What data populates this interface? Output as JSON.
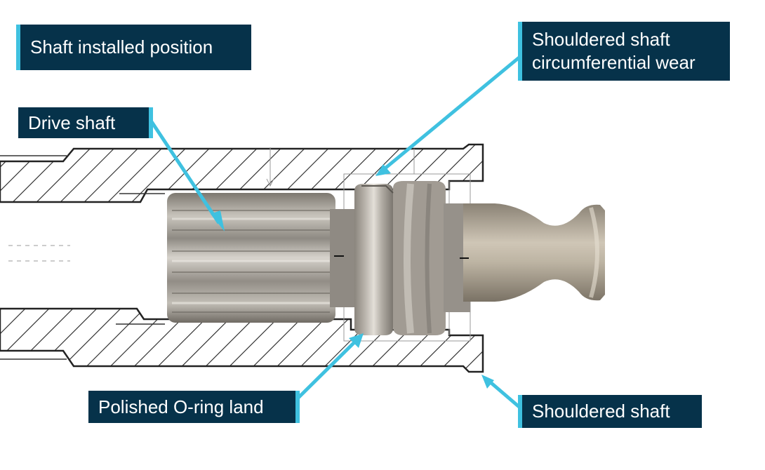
{
  "labels": {
    "installed": "Shaft installed position",
    "drive_shaft": "Drive shaft",
    "wear_line1": "Shouldered shaft",
    "wear_line2": "circumferential wear",
    "oring": "Polished O-ring land",
    "shouldered": "Shouldered shaft"
  },
  "colors": {
    "label_bg": "#06324a",
    "accent": "#3fc1e0",
    "drawing_line": "#222222",
    "shaft_metal": "#a9a49c"
  }
}
